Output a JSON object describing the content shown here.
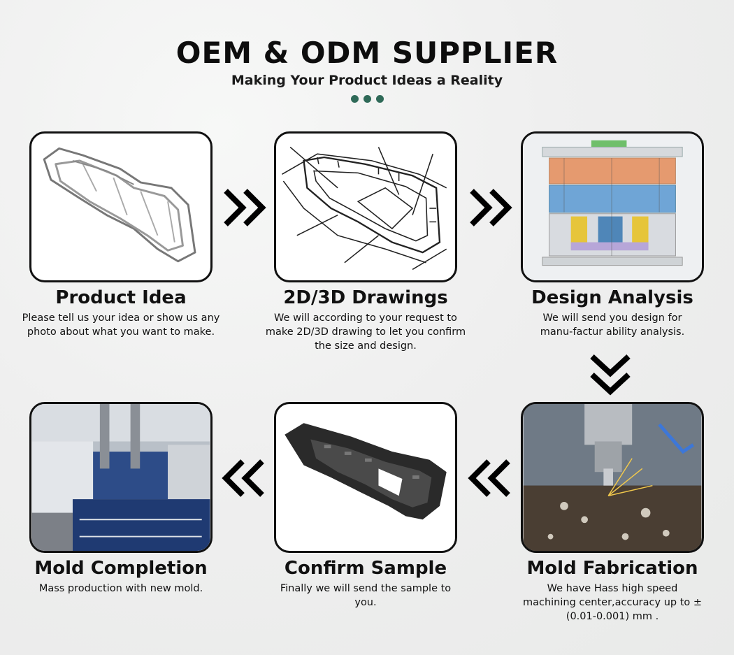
{
  "header": {
    "title": "OEM & ODM SUPPLIER",
    "subtitle": "Making Your Product Ideas a Reality"
  },
  "steps": [
    {
      "title": "Product Idea",
      "desc": "Please tell us your idea or show us any photo about what you want to make."
    },
    {
      "title": "2D/3D Drawings",
      "desc": "We will according to your request to make 2D/3D drawing to let you confirm the size and design."
    },
    {
      "title": "Design Analysis",
      "desc": "We will send you design for manu-factur ability analysis."
    },
    {
      "title": "Mold Fabrication",
      "desc": "We have Hass high speed machining center,accuracy up to ± (0.01-0.001) mm ."
    },
    {
      "title": "Confirm Sample",
      "desc": "Finally we will send the sample to you."
    },
    {
      "title": "Mold Completion",
      "desc": "Mass production with new mold."
    }
  ],
  "colors": {
    "accent_dots": "#2f6a58",
    "border": "#111111"
  }
}
